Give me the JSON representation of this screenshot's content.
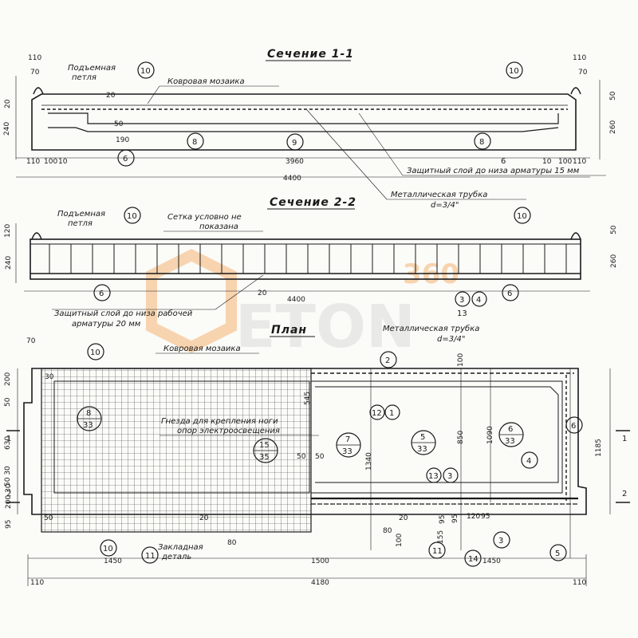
{
  "watermark": {
    "text": "ETON",
    "number": "360"
  },
  "sections": {
    "s11": {
      "title": "Сечение 1-1",
      "dims": [
        "110",
        "70",
        "20",
        "240",
        "20",
        "50",
        "190",
        "110",
        "100",
        "10",
        "3960",
        "10",
        "100",
        "110",
        "4400",
        "110",
        "70",
        "50",
        "260"
      ],
      "labels": [
        "Подъемная",
        "петля",
        "Ковровая мозаика",
        "Защитный слой до низа арматуры 15 мм",
        "Металлическая трубка",
        "d=3/4\""
      ],
      "callouts": [
        "10",
        "8",
        "9",
        "6",
        "10",
        "8",
        "6"
      ]
    },
    "s22": {
      "title": "Сечение 2-2",
      "dims": [
        "120",
        "240",
        "20",
        "4400",
        "50",
        "260"
      ],
      "labels": [
        "Подъемная",
        "петля",
        "Сетка условно не",
        "показана",
        "Защитный слой до низа рабочей",
        "арматуры 20 мм"
      ],
      "callouts": [
        "10",
        "10",
        "6",
        "3",
        "4",
        "13",
        "6"
      ]
    }
  },
  "plan": {
    "title": "План",
    "labels": [
      "Металлическая трубка",
      "d=3/4\"",
      "Ковровая мозаика",
      "Гнезда для крепления ноги",
      "опор электроосвещения",
      "Закладная",
      "деталь"
    ],
    "marks": [
      "1",
      "2",
      "1",
      "2"
    ],
    "dims": [
      "70",
      "30",
      "200",
      "50",
      "630",
      "50 30",
      "200 30",
      "95",
      "50",
      "545",
      "50",
      "50",
      "1340",
      "100",
      "850",
      "1090",
      "1185",
      "20",
      "80",
      "100",
      "155",
      "95",
      "95",
      "120",
      "95",
      "20",
      "80",
      "1450",
      "1500",
      "1450",
      "110",
      "4180",
      "110"
    ],
    "callouts": [
      "10",
      "2",
      "12",
      "1",
      "8",
      "33",
      "15",
      "35",
      "7",
      "33",
      "5",
      "33",
      "6",
      "33",
      "6",
      "4",
      "13",
      "3",
      "3",
      "10",
      "11",
      "11",
      "14",
      "5"
    ]
  }
}
